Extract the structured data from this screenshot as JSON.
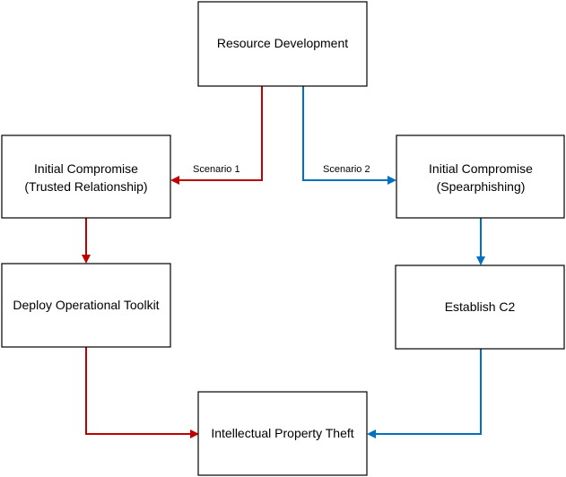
{
  "nodes": {
    "resource_development": {
      "lines": [
        "Resource Development"
      ]
    },
    "initial_compromise_trusted": {
      "lines": [
        "Initial Compromise",
        "(Trusted Relationship)"
      ]
    },
    "initial_compromise_spear": {
      "lines": [
        "Initial Compromise",
        "(Spearphishing)"
      ]
    },
    "deploy_toolkit": {
      "lines": [
        "Deploy Operational Toolkit"
      ]
    },
    "establish_c2": {
      "lines": [
        "Establish C2"
      ]
    },
    "ip_theft": {
      "lines": [
        "Intellectual Property Theft"
      ]
    }
  },
  "edges": {
    "scenario_1": {
      "label": "Scenario 1",
      "color": "#C00000"
    },
    "scenario_2": {
      "label": "Scenario 2",
      "color": "#0070C0"
    }
  }
}
